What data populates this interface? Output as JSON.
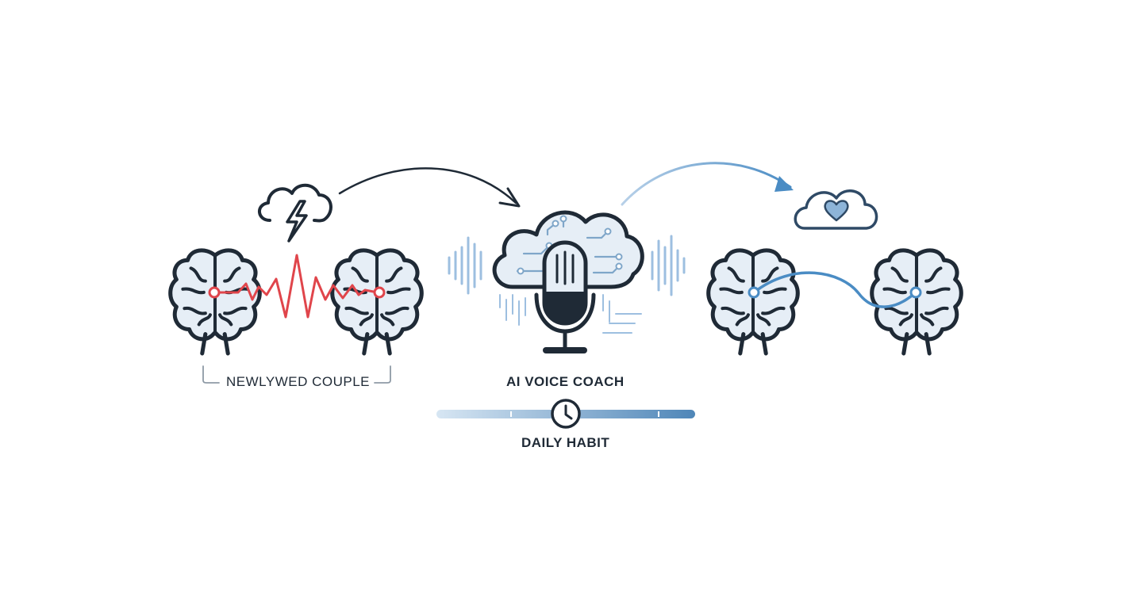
{
  "labels": {
    "couple": "NEWLYWED COUPLE",
    "coach": "AI VOICE COACH",
    "habit": "DAILY HABIT"
  },
  "icons": {
    "conflict": [
      "brain-icon",
      "storm-cloud-icon",
      "lightning-icon",
      "heartbeat-line-icon"
    ],
    "coach": [
      "cloud-circuit-icon",
      "microphone-icon",
      "sound-wave-icon"
    ],
    "connection": [
      "brain-icon",
      "heart-cloud-icon",
      "smooth-wave-icon"
    ],
    "timeline": [
      "clock-icon"
    ]
  },
  "colors": {
    "ink": "#1f2a36",
    "conflict_red": "#e0454b",
    "calm_blue": "#4a8cc4",
    "brain_fill": "#e6eef6",
    "soft_blue": "#a9c6e2"
  }
}
